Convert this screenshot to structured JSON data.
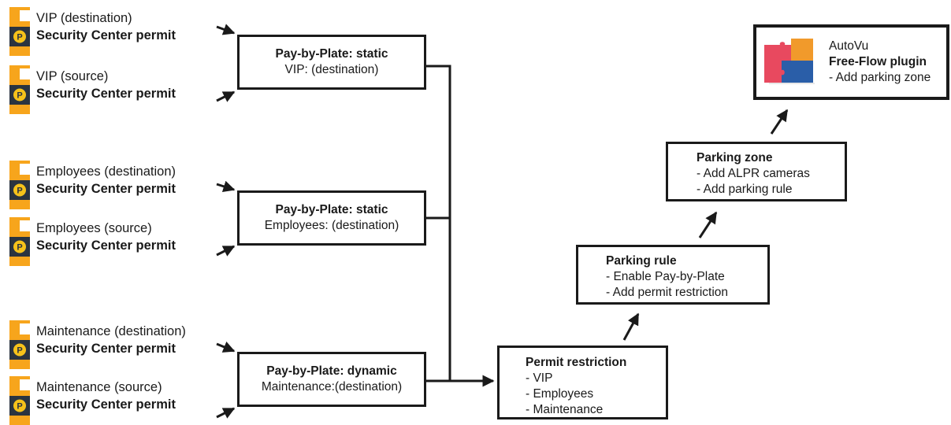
{
  "permits": [
    {
      "id": "vip-destination",
      "label": "VIP (destination)",
      "sub": "Security Center permit"
    },
    {
      "id": "vip-source",
      "label": "VIP (source)",
      "sub": "Security Center permit"
    },
    {
      "id": "employees-destination",
      "label": "Employees (destination)",
      "sub": "Security Center permit"
    },
    {
      "id": "employees-source",
      "label": "Employees (source)",
      "sub": "Security Center permit"
    },
    {
      "id": "maintenance-destination",
      "label": "Maintenance (destination)",
      "sub": "Security Center permit"
    },
    {
      "id": "maintenance-source",
      "label": "Maintenance (source)",
      "sub": "Security Center permit"
    }
  ],
  "pbp_boxes": [
    {
      "id": "vip",
      "line1": "Pay-by-Plate: static",
      "line2": "VIP: (destination)"
    },
    {
      "id": "employees",
      "line1": "Pay-by-Plate: static",
      "line2": "Employees: (destination)"
    },
    {
      "id": "maintenance",
      "line1": "Pay-by-Plate: dynamic",
      "line2": "Maintenance:(destination)"
    }
  ],
  "permit_restriction": {
    "title": "Permit restriction",
    "items": [
      "- VIP",
      "- Employees",
      "- Maintenance"
    ]
  },
  "parking_rule": {
    "title": "Parking rule",
    "items": [
      "- Enable Pay-by-Plate",
      "- Add permit restriction"
    ]
  },
  "parking_zone": {
    "title": "Parking zone",
    "items": [
      "- Add ALPR cameras",
      "- Add parking rule"
    ]
  },
  "plugin": {
    "line1": "AutoVu",
    "line2": "Free-Flow plugin",
    "line3": "- Add parking zone"
  },
  "colors": {
    "stroke": "#1a1a1a",
    "permit_orange": "#f7a51c",
    "permit_dark": "#2b3440",
    "permit_badge": "#f6c21a",
    "puzzle_pink": "#e8495f",
    "puzzle_blue": "#2a5ea8",
    "puzzle_orange": "#f19a2b"
  },
  "icons": {
    "permit": "parking-permit-icon",
    "plugin": "puzzle-plugin-icon"
  }
}
